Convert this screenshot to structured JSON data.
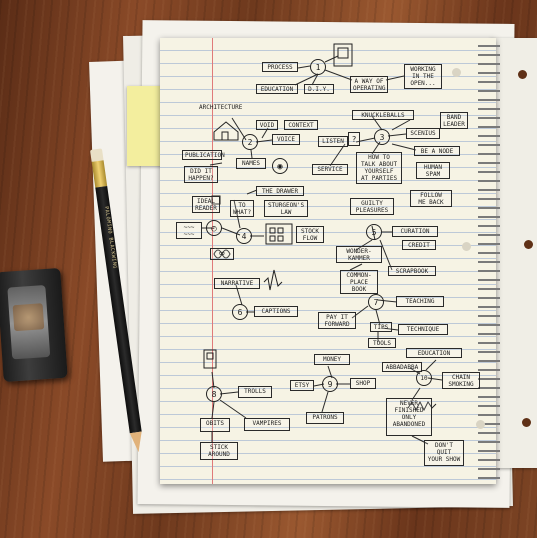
{
  "diagram": {
    "process": "PROCESS",
    "n1": "1",
    "education": "EDUCATION",
    "diy": "D.I.Y.",
    "way_of_operating": "A WAY OF\nOPERATING",
    "working_open": "WORKING\nIN THE\nOPEN...",
    "architecture": "ARCHITECTURE",
    "void": "VOID",
    "context": "CONTEXT",
    "knucleballs": "KNUCKLEBALLS",
    "n2": "2",
    "voice": "VOICE",
    "listen": "LISTEN",
    "n3": "3",
    "scenius": "SCENIUS",
    "band_leader": "BAND\nLEADER",
    "publication": "PUBLICATION",
    "did_it_happen": "DID IT\nHAPPEN?",
    "names": "NAMES",
    "service": "SERVICE",
    "talk_parties": "HOW TO\nTALK ABOUT\nYOURSELF\nAT PARTIES",
    "be_a_node": "BE A NODE",
    "human_spam": "HUMAN\nSPAM",
    "follow_me_back": "FOLLOW\nME BACK",
    "the_drawer": "THE DRAWER",
    "ideal_reader": "IDEAL\nREADER",
    "to_what": "TO\nWHAT?",
    "sturgeons_law": "STURGEON'S\nLAW",
    "guilty_pleasures": "GUILTY\nPLEASURES",
    "n4": "4",
    "stock_flow": "STOCK\nFLOW",
    "n5": "5",
    "curation": "CURATION",
    "credit": "CREDIT",
    "wonder_kammer": "WONDER-\nKAMMER",
    "scrapbook": "SCRAPBOOK",
    "commonplace": "COMMON-\nPLACE\nBOOK",
    "narrative": "NARRATIVE",
    "n6": "6",
    "captions": "CAPTIONS",
    "n7": "7",
    "teaching": "TEACHING",
    "pay_it_forward": "PAY IT\nFORWARD",
    "tips": "TIPS",
    "technique": "TECHNIQUE",
    "tools": "TOOLS",
    "money": "MONEY",
    "education2": "EDUCATION",
    "n8": "8",
    "trolls": "TROLLS",
    "n9": "9",
    "etsy": "ETSY",
    "shop": "SHOP",
    "abbadabba": "ABBADABBA",
    "n10": "10",
    "chain_smoking": "CHAIN\nSMOKING",
    "obits": "OBITS",
    "vampires": "VAMPIRES",
    "patrons": "PATRONS",
    "never_finished": "NEVER\nFINISHED\nONLY\nABANDONED",
    "stick_around": "STICK\nAROUND",
    "dont_quit": "DON'T\nQUIT\nYOUR SHOW"
  },
  "pencil": {
    "brand": "PALOMINO BLACKWING"
  }
}
